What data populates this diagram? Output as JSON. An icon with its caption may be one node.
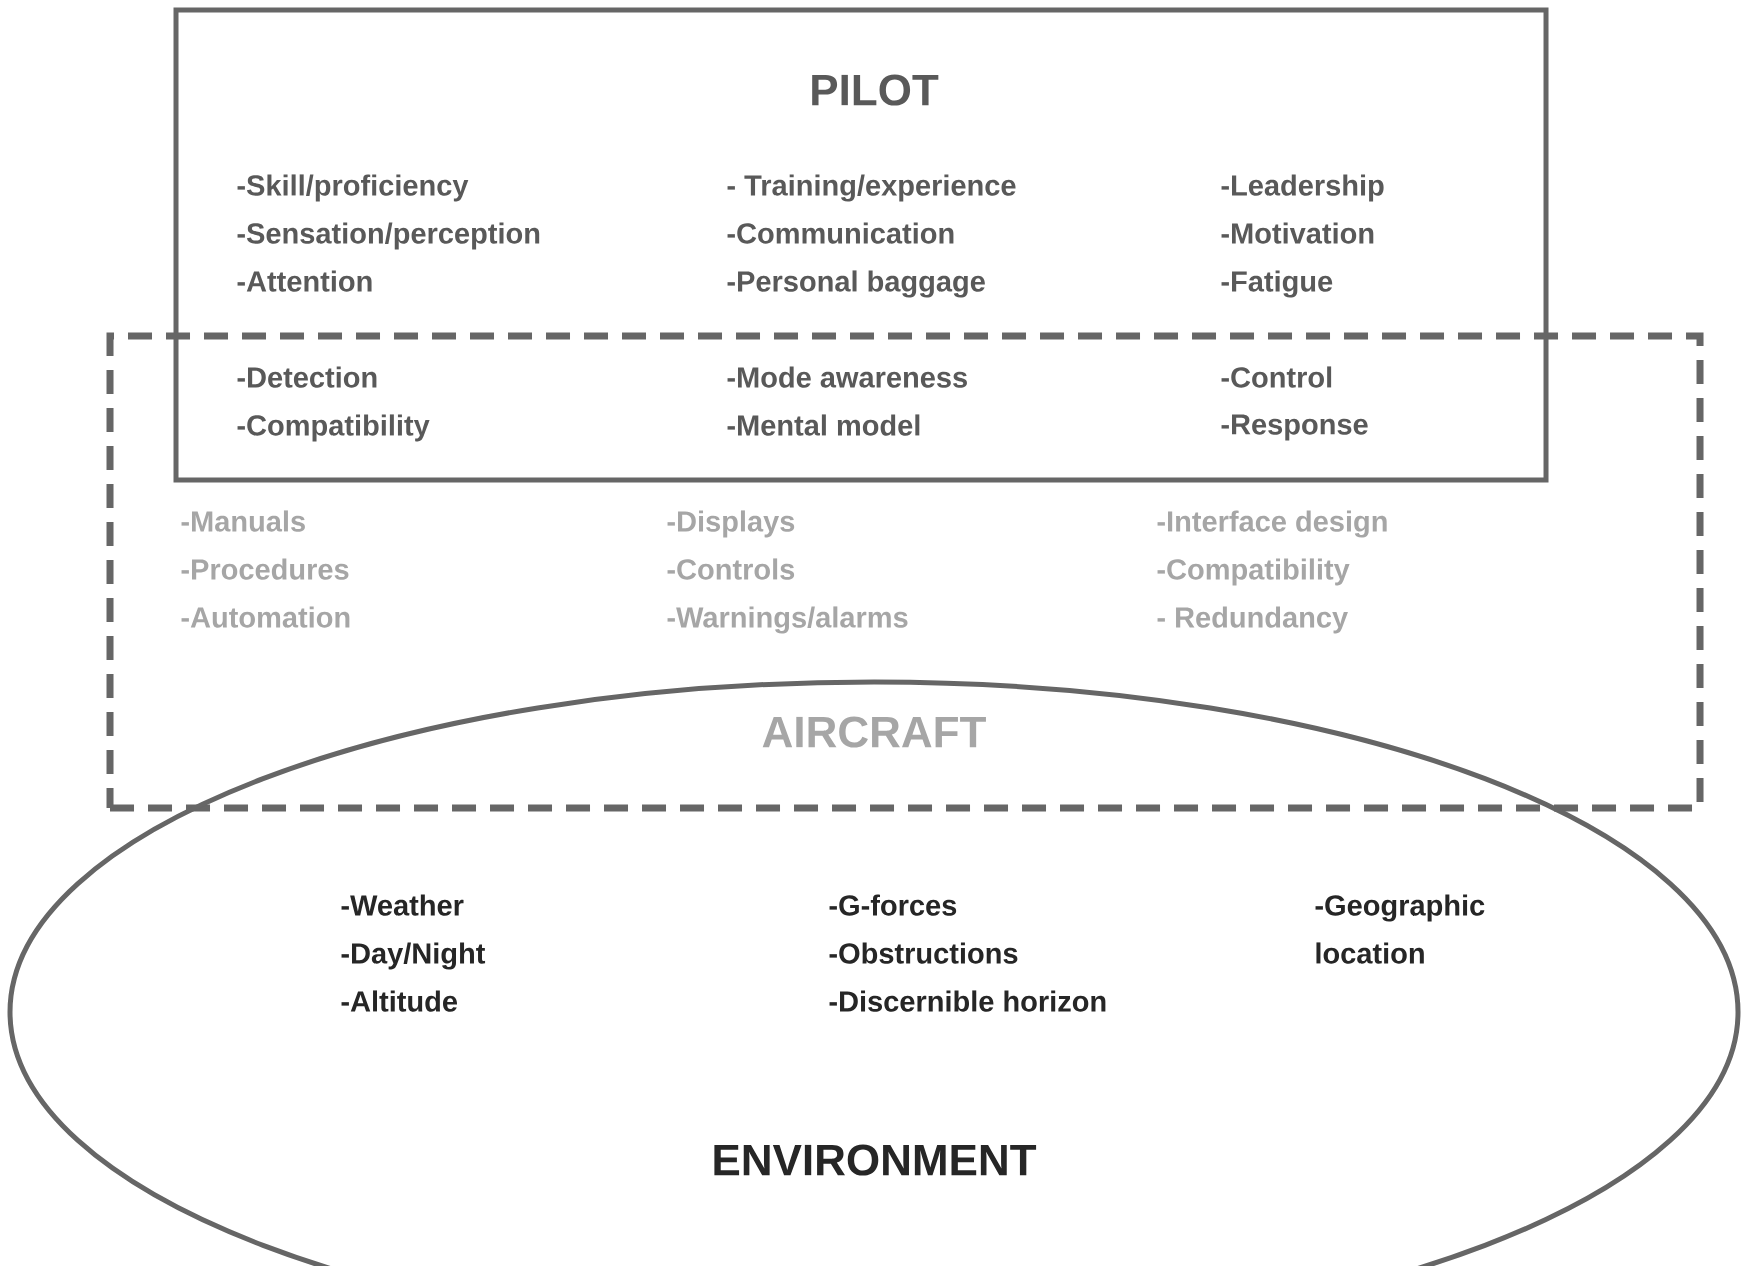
{
  "diagram": {
    "nodes": [
      {
        "text": [
          "PILOT",
          "-Skill/proficiency",
          "- Training/experience",
          "-Leadership",
          "-Sensation/perception",
          "-Communication",
          "-Motivation",
          "-Attention",
          "-Personal baggage",
          "-Fatigue",
          "-Detection",
          "-Mode awareness",
          "-Control",
          "-Compatibility",
          "-Mental model",
          "-Response"
        ]
      },
      {
        "text": [
          "-Manuals",
          "-Displays",
          "-Interface design",
          "-Procedures",
          "-Controls",
          "-Compatibility",
          "-Automation",
          "-Warnings/alarms",
          "- Redundancy",
          "AIRCRAFT"
        ]
      },
      {
        "text": [
          "-Weather",
          "-G-forces",
          "-Geographic location",
          "-Day/Night",
          "-Obstructions",
          "-Altitude",
          "-Discernible horizon",
          "ENVIRONMENT"
        ]
      }
    ]
  }
}
